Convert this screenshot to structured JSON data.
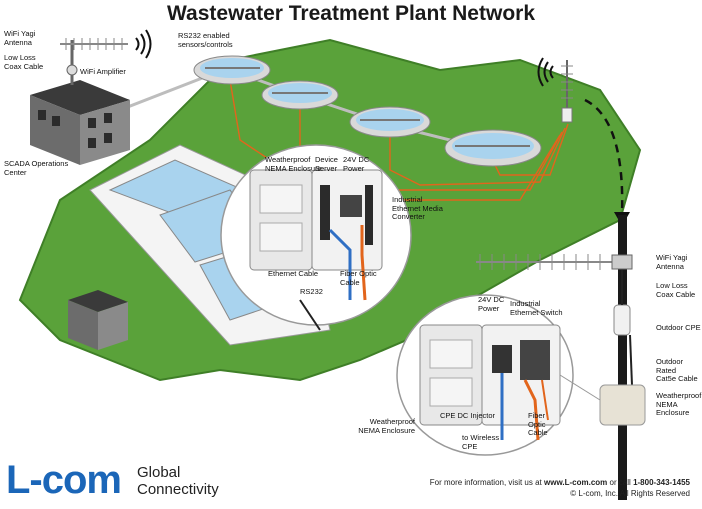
{
  "title": "Wastewater Treatment Plant Network",
  "labels": {
    "wifi_yagi_antenna_left": "WiFi Yagi\nAntenna",
    "low_loss_coax_left": "Low Loss\nCoax Cable",
    "wifi_amplifier": "WiFi Amplifier",
    "scada_center": "SCADA Operations\nCenter",
    "rs232_sensors": "RS232 enabled\nsensors/controls",
    "weatherproof_nema_top": "Weatherproof\nNEMA Enclosure",
    "device_server": "Device\nServer",
    "power_24v_top": "24V DC\nPower",
    "industrial_ethernet_media_converter": "Industrial\nEthernet Media\nConverter",
    "ethernet_cable": "Ethernet Cable",
    "fiber_optic_cable_top": "Fiber Optic\nCable",
    "rs232": "RS232",
    "wifi_yagi_antenna_right": "WiFi Yagi\nAntenna",
    "low_loss_coax_right": "Low Loss\nCoax Cable",
    "outdoor_cpe": "Outdoor CPE",
    "outdoor_rated_cat5e": "Outdoor Rated\nCat5e Cable",
    "weatherproof_nema_right": "Weatherproof\nNEMA\nEnclosure",
    "power_24v_bottom": "24V DC\nPower",
    "industrial_ethernet_switch": "Industrial\nEthernet Switch",
    "weatherproof_nema_bottom": "Weatherproof\nNEMA Enclosure",
    "cpe_dc_injector": "CPE DC Injector",
    "to_wireless_cpe": "to Wireless\nCPE",
    "fiber_optic_cable_bottom": "Fiber\nOptic\nCable"
  },
  "logo": {
    "mark": "L-com",
    "tagline_line1": "Global",
    "tagline_line2": "Connectivity"
  },
  "footer": {
    "info_prefix": "For more information, visit us at ",
    "url": "www.L-com.com",
    "info_mid": " or call ",
    "phone": "1-800-343-1455",
    "copyright": "© L-com, Inc. All Rights Reserved"
  },
  "colors": {
    "grass": "#5aa23a",
    "grass_dark": "#3f7f27",
    "fiber": "#e2651c",
    "ethernet": "#2f6fc4",
    "building": "#5a5a5a",
    "water": "#a9d3ee"
  },
  "icons": {
    "wifi_signal_left": "wifi-signal-icon",
    "wifi_signal_right": "wifi-signal-icon"
  }
}
